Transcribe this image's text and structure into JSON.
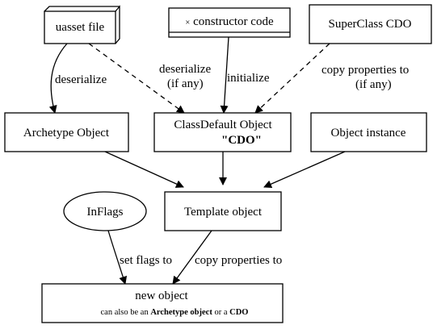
{
  "nodes": {
    "uasset_file": {
      "label": "uasset file",
      "icon": "note-fold-icon"
    },
    "constructor_code": {
      "label": "constructor code",
      "marker": "×"
    },
    "superclass_cdo": {
      "label": "SuperClass CDO"
    },
    "archetype_object": {
      "label": "Archetype Object"
    },
    "classdefault_object": {
      "label": "ClassDefault Object",
      "sublabel": "\"CDO\""
    },
    "object_instance": {
      "label": "Object instance"
    },
    "inflags": {
      "label": "InFlags"
    },
    "template_object": {
      "label": "Template object"
    },
    "new_object": {
      "label": "new object",
      "note_prefix": "can also be an ",
      "note_bold1": "Archetype object",
      "note_mid": " or a ",
      "note_bold2": "CDO"
    }
  },
  "edges": {
    "uasset_to_archetype": {
      "label": "deserialize",
      "style": "solid"
    },
    "uasset_to_cdo": {
      "label_line1": "deserialize",
      "label_line2": "(if any)",
      "style": "dashed"
    },
    "constructor_to_cdo": {
      "label": "initialize",
      "style": "solid"
    },
    "superclass_to_cdo": {
      "label_line1": "copy properties to",
      "label_line2": "(if any)",
      "style": "dashed"
    },
    "archetype_to_template": {
      "style": "solid"
    },
    "cdo_to_template": {
      "style": "solid"
    },
    "instance_to_template": {
      "style": "solid"
    },
    "inflags_to_new": {
      "label": "set flags to",
      "style": "solid"
    },
    "template_to_new": {
      "label": "copy properties to",
      "style": "solid"
    }
  }
}
